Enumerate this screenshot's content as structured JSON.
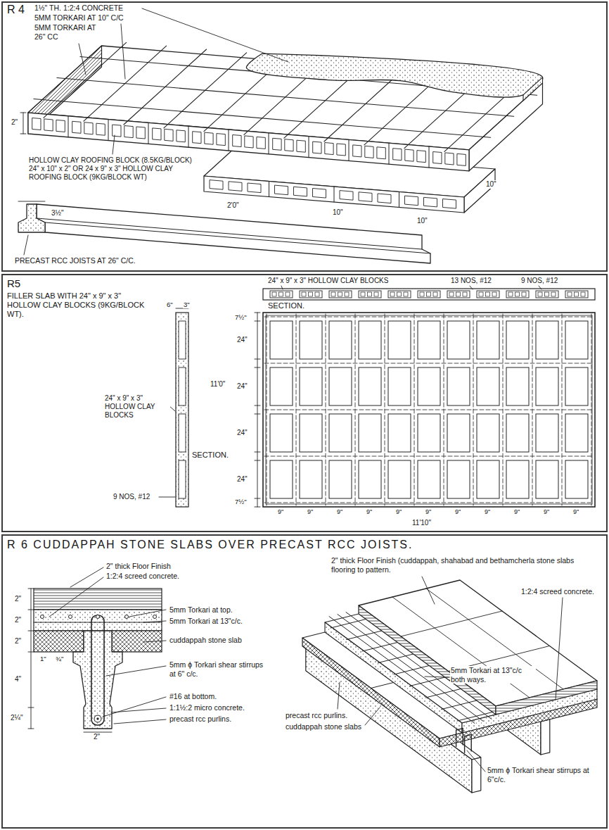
{
  "diagram": {
    "nodes": [
      {
        "text": [
          "R 4"
        ]
      },
      {
        "text": [
          "R5",
          "FILLER SLAB WITH 24\" x 9\" x 3\" HOLLOW CLAY BLOCKS (9KG/BLOCK WT)."
        ]
      },
      {
        "text": [
          "R 6 CUDDAPPAH STONE SLABS OVER PRECAST RCC JOISTS."
        ]
      }
    ],
    "labels": [
      "1½\" TH. 1:2:4 CONCRETE",
      "5MM TORKARI AT 10\" C/C",
      "5MM TORKARI AT 26\" CC",
      "HOLLOW CLAY ROOFING BLOCK (8.5KG/BLOCK) 24\" x 10\" x 2\" OR 24 x 9\" x 3\" HOLLOW CLAY ROOFING BLOCK (9KG/BLOCK WT)",
      "PRECAST RCC JOISTS AT 26\" C/C.",
      "3½\"",
      "2'0\"",
      "10\"",
      "10\"",
      "10\"",
      "2\"",
      "24\" x 9\" x 3\" HOLLOW CLAY BLOCKS",
      "13 NOS, #12",
      "9 NOS, #12",
      "SECTION.",
      "SECTION.",
      "6\"",
      "3\"",
      "24\"",
      "24\"",
      "24\"",
      "24\"",
      "7½\"",
      "7½\"",
      "11'0\"",
      "24\" x 9\" x 3\" HOLLOW CLAY BLOCKS",
      "9 NOS, #12",
      "9\"",
      "9\"",
      "9\"",
      "9\"",
      "9\"",
      "9\"",
      "9\"",
      "9\"",
      "9\"",
      "9\"",
      "9\"",
      "11'10\"",
      "2\" thick Floor Finish",
      "1:2:4 screed concrete.",
      "5mm Torkari at top.",
      "5mm Torkari at 13\"c/c.",
      "cuddappah stone slab",
      "5mm ϕ Torkari shear stirrups at 6\" c/c.",
      "#16 at bottom.",
      "1:1½:2 micro concrete.",
      "precast rcc purlins.",
      "2\"",
      "2\"",
      "2\"",
      "4\"",
      "1\"",
      "¾\"",
      "2¼\"",
      "2\"",
      "2\" thick Floor Finish (cuddappah, shahabad and bethamcherla stone slabs flooring to pattern.",
      "1:2:4 screed concrete.",
      "5mm Torkari at 13\"c/c both ways.",
      "precast rcc purlins.",
      "cuddappah stone slabs",
      "5mm ϕ Torkari shear stirrups at 6\"c/c."
    ]
  }
}
